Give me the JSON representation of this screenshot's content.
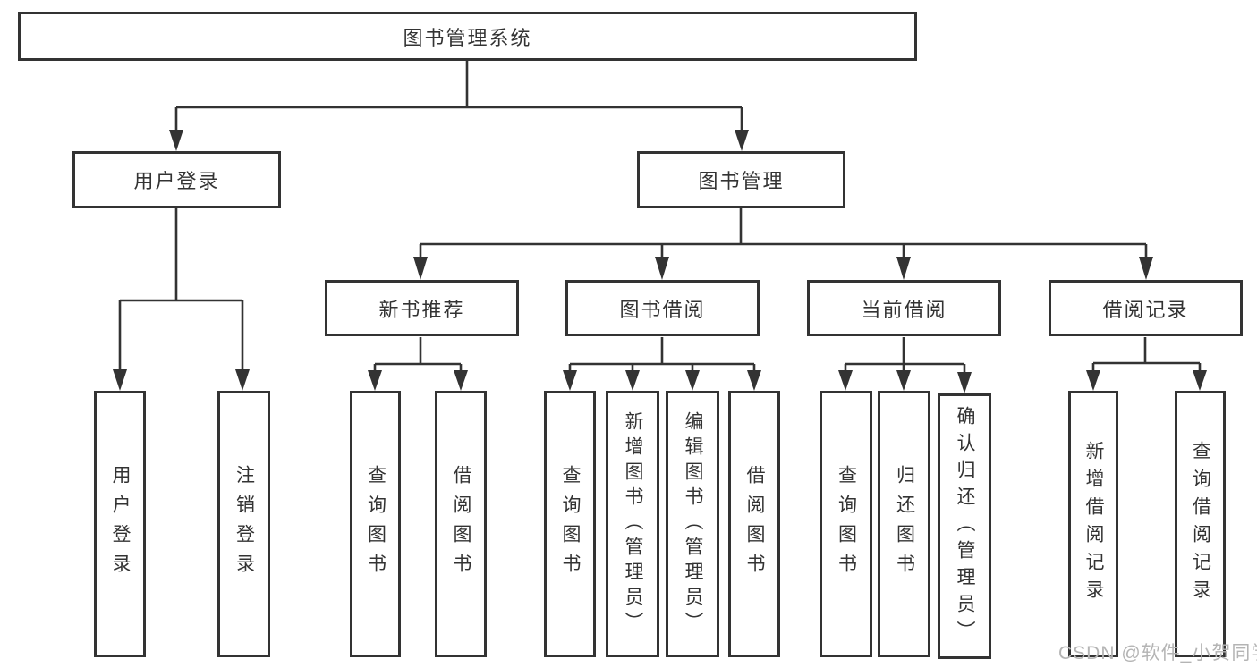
{
  "diagram": {
    "type": "hierarchy-tree",
    "colors": {
      "line": "#333333",
      "box_border": "#333333",
      "box_fill": "#ffffff",
      "text": "#333333",
      "watermark": "#b4b4b4",
      "background": "#ffffff"
    }
  },
  "hierarchy": {
    "root": {
      "label": "图书管理系统"
    },
    "branches": [
      {
        "label": "用户登录",
        "children": [
          {
            "label": "用户登录"
          },
          {
            "label": "注销登录"
          }
        ]
      },
      {
        "label": "图书管理",
        "children": [
          {
            "label": "新书推荐",
            "children": [
              {
                "label": "查询图书"
              },
              {
                "label": "借阅图书"
              }
            ]
          },
          {
            "label": "图书借阅",
            "children": [
              {
                "label": "查询图书"
              },
              {
                "label": "新增图书（管理员）"
              },
              {
                "label": "编辑图书（管理员）"
              },
              {
                "label": "借阅图书"
              }
            ]
          },
          {
            "label": "当前借阅",
            "children": [
              {
                "label": "查询图书"
              },
              {
                "label": "归还图书"
              },
              {
                "label": "确认归还（管理员）"
              }
            ]
          },
          {
            "label": "借阅记录",
            "children": [
              {
                "label": "新增借阅记录"
              },
              {
                "label": "查询借阅记录"
              }
            ]
          }
        ]
      }
    ]
  },
  "watermark": {
    "text": "CSDN @软件_小贺同学"
  }
}
